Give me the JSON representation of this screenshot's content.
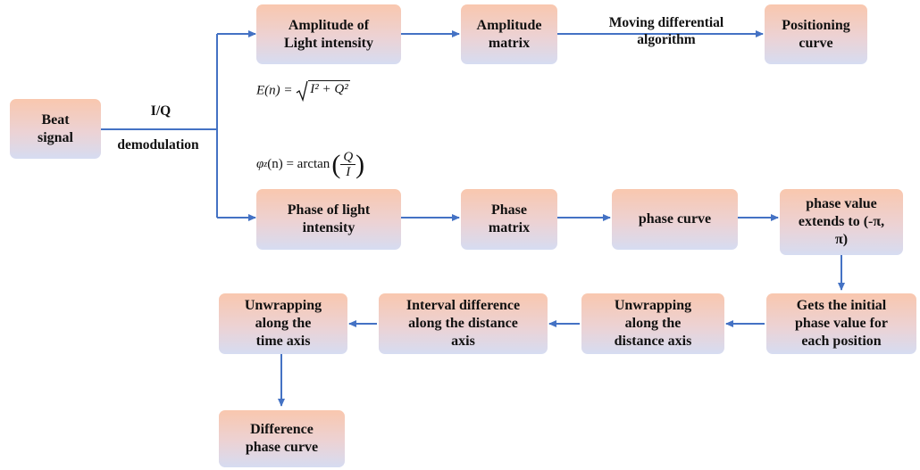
{
  "nodes": {
    "beat_signal": "Beat\nsignal",
    "amplitude_intensity": "Amplitude of\nLight intensity",
    "amplitude_matrix": "Amplitude\nmatrix",
    "positioning_curve": "Positioning\ncurve",
    "phase_intensity": "Phase of light\nintensity",
    "phase_matrix": "Phase\nmatrix",
    "phase_curve": "phase curve",
    "phase_extends": "phase value\nextends to (-π,\nπ)",
    "initial_phase": "Gets the initial\nphase value for\neach position",
    "unwrap_distance": "Unwrapping\nalong the\ndistance axis",
    "interval_difference": "Interval difference\nalong the distance\naxis",
    "unwrap_time": "Unwrapping\nalong the\ntime axis",
    "difference_phase": "Difference\nphase curve"
  },
  "labels": {
    "iq": "I/Q",
    "demodulation": "demodulation",
    "moving_differential": "Moving differential\nalgorithm"
  },
  "formulas": {
    "amplitude": {
      "lhs": "E(n) = ",
      "radicand": "I² + Q²"
    },
    "phase": {
      "lhs": "φ",
      "sub": "z",
      "mid": " (n) = arctan",
      "num": "Q",
      "den": "I"
    }
  },
  "colors": {
    "arrow": "#4472c4",
    "box_top": "#f9c7ae",
    "box_bottom": "#d6dcf1"
  }
}
